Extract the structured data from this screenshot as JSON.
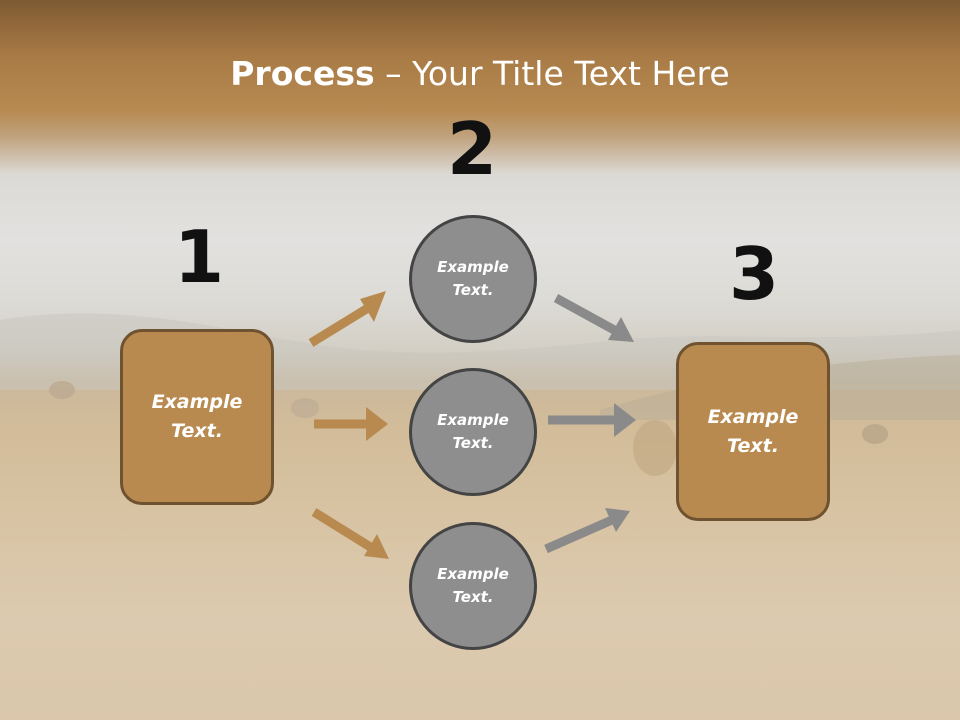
{
  "title": {
    "bold": "Process",
    "rest": " – Your Title Text Here"
  },
  "steps": {
    "one": {
      "number": "1",
      "box_text": "Example\nText."
    },
    "two": {
      "number": "2",
      "circles": [
        "Example\nText.",
        "Example\nText.",
        "Example\nText."
      ]
    },
    "three": {
      "number": "3",
      "box_text": "Example\nText."
    }
  },
  "colors": {
    "accent_brown": "#b98a4f",
    "circle_gray": "#8e8e8e",
    "arrow_gray": "#8a8a8a"
  }
}
